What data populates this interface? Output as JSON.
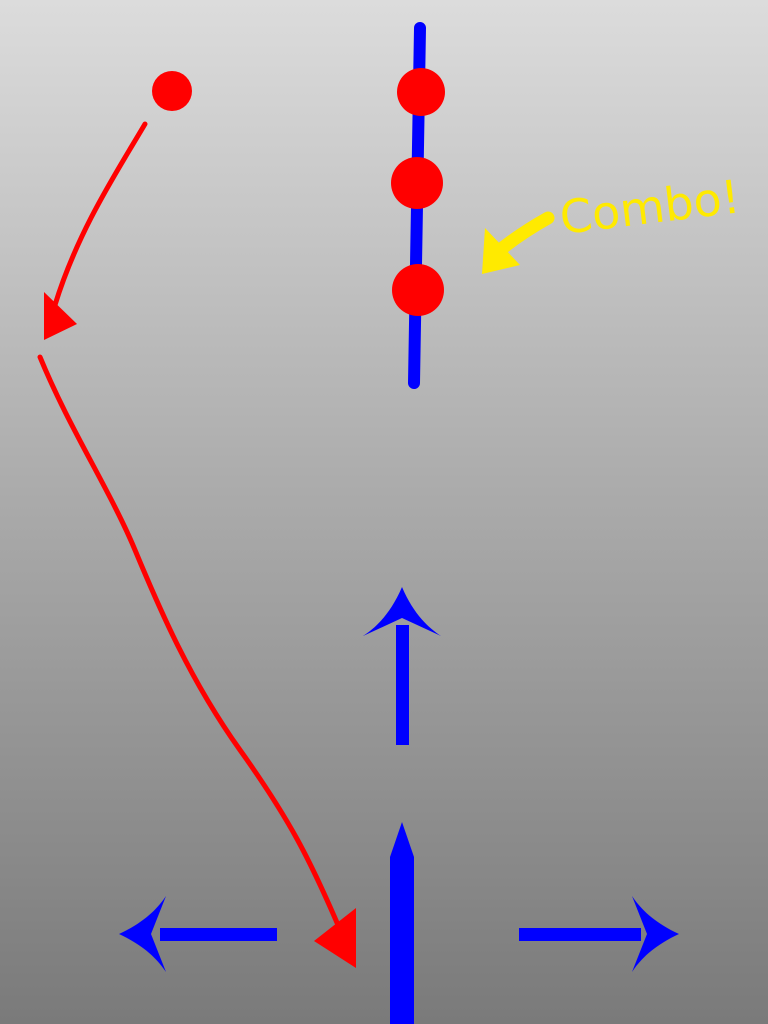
{
  "annotation": {
    "combo_label": "Combo!"
  },
  "colors": {
    "background_top": "#dcdcdc",
    "background_bottom": "#7a7a7a",
    "player_blue": "#0000ff",
    "projectile_red": "#ff0000",
    "annotation_yellow": "#ffea00"
  },
  "icons": {
    "movement_arrows": [
      "left-arrow-icon",
      "up-arrow-icon",
      "right-arrow-icon"
    ],
    "projectiles": [
      "red-dot",
      "red-arrowhead"
    ]
  }
}
